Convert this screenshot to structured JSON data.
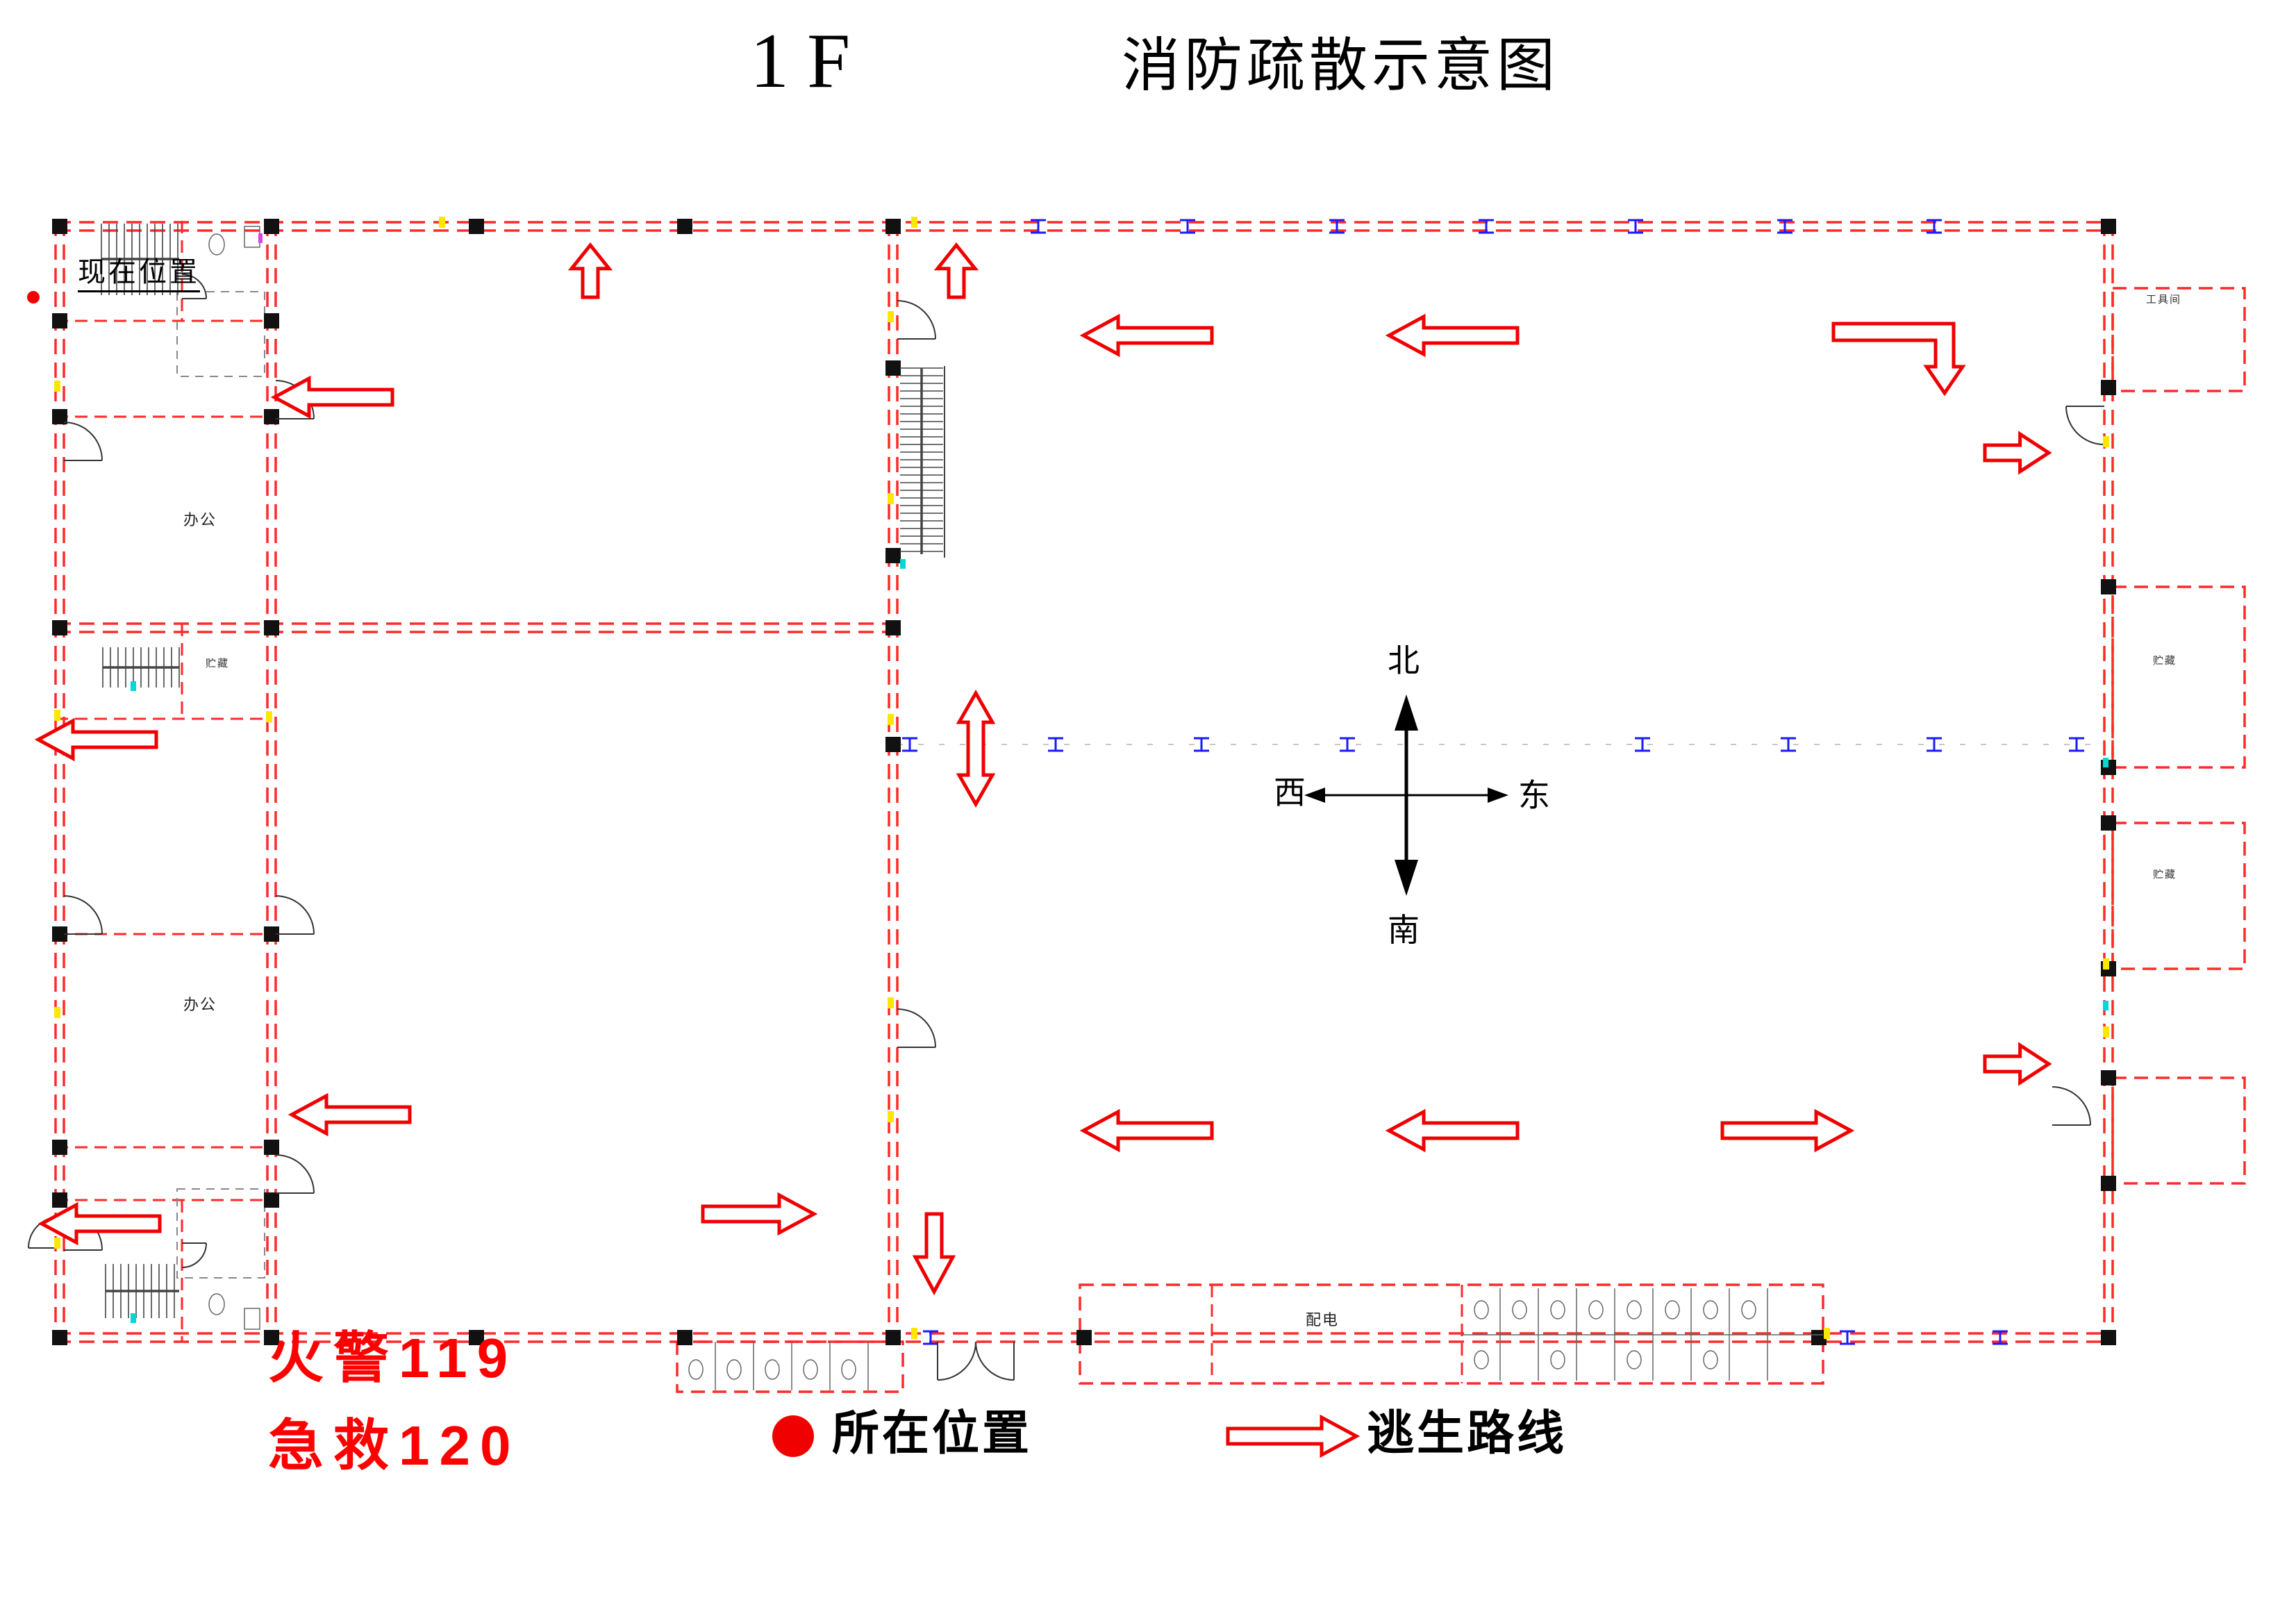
{
  "header": {
    "floor_label": "1F",
    "title": "消防疏散示意图"
  },
  "plan": {
    "current_location_label": "现在位置",
    "rooms": {
      "office_upper": "办公",
      "office_lower": "办公",
      "storage_left": "贮藏",
      "tool_room": "工具间",
      "storage_right_upper": "贮藏",
      "storage_right_lower": "贮藏",
      "power_room": "配电"
    },
    "compass": {
      "north": "北",
      "south": "南",
      "west": "西",
      "east": "东"
    }
  },
  "footer": {
    "fire_line": "火警119",
    "ambulance_line": "急救120",
    "legend_location": "所在位置",
    "legend_route": "逃生路线"
  },
  "colors": {
    "route_red": "#f00000",
    "wall_red": "#ff2a2a",
    "beam_blue": "#1a1aff",
    "marker_yellow": "#ffe600",
    "door_cyan": "#00d8d8",
    "stair_gray": "#444444",
    "fixture_gray": "#666666"
  }
}
